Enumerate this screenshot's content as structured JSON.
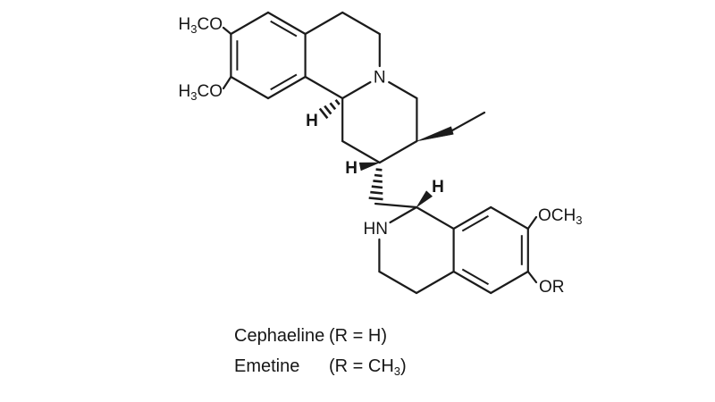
{
  "figure": {
    "labels": {
      "h3co": {
        "h": "H",
        "sub": "3",
        "co": "CO"
      },
      "n": "N",
      "hn": "HN",
      "h": "H",
      "och3": {
        "och": "OCH",
        "sub": "3"
      },
      "or": "OR"
    },
    "caption": {
      "line1": {
        "name": "Cephaeline",
        "formula": "(R = H)"
      },
      "line2": {
        "name": "Emetine",
        "formula_pre": "(R = CH",
        "formula_sub": "3",
        "formula_post": ")"
      }
    }
  }
}
